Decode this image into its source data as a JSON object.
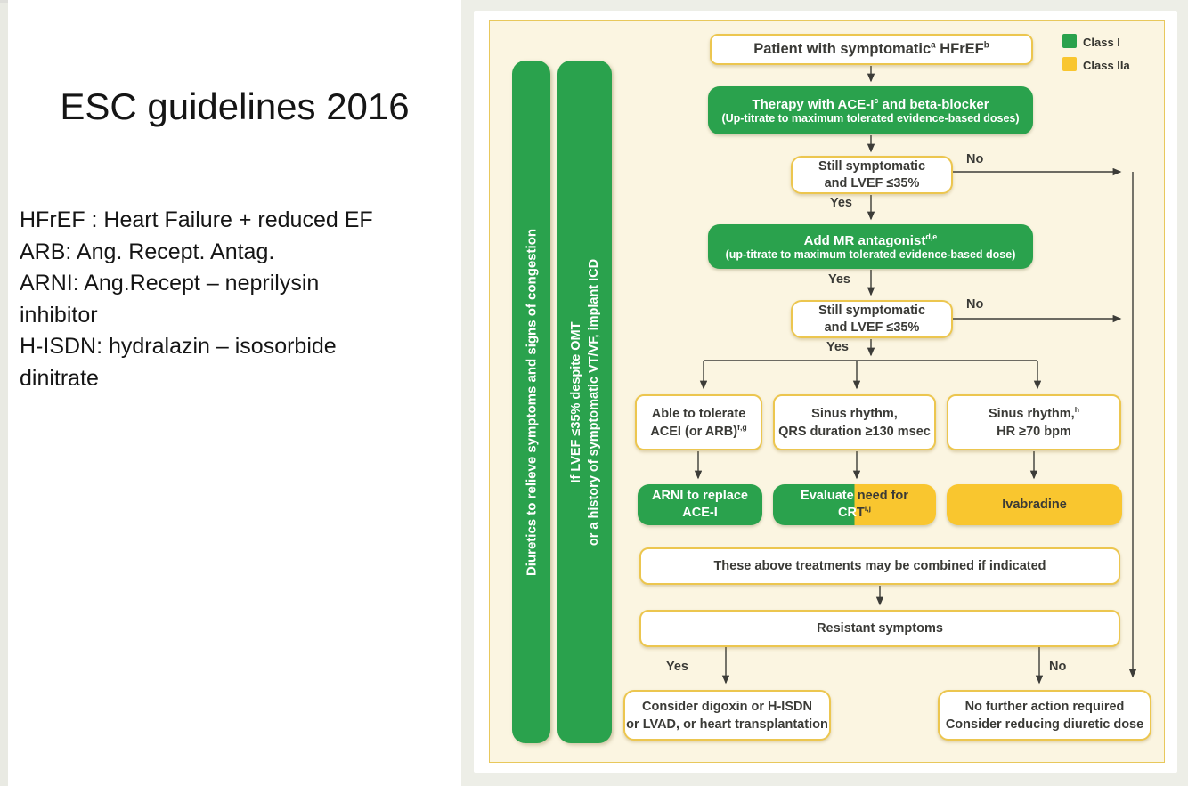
{
  "colors": {
    "class_i_green": "#2aa24d",
    "class_iia_yellow": "#f9c62f",
    "panel_cream": "#fbf5e1",
    "box_border_yellow": "#ecc64f",
    "ink": "#3a3a36"
  },
  "left_panel": {
    "title": "ESC guidelines 2016",
    "glossary": [
      "HFrEF : Heart Failure + reduced EF",
      "ARB: Ang. Recept. Antag.",
      "ARNI: Ang.Recept – neprilysin",
      "inhibitor",
      "H-ISDN: hydralazin – isosorbide",
      "dinitrate"
    ]
  },
  "legend": {
    "class1": "Class I",
    "class2a": "Class IIa"
  },
  "bars": {
    "diuretics": "Diuretics to relieve symptoms and signs of congestion",
    "icd_line1": "If LVEF ≤35% despite OMT",
    "icd_line2": "or a history of symptomatic VT/VF, implant ICD"
  },
  "nodes": {
    "patient": {
      "t1": "Patient with symptomatic",
      "s1": "a",
      "t2": " HFrEF",
      "s2": "b"
    },
    "therapy": {
      "t1": "Therapy with ACE-I",
      "s1": "c",
      "t2": " and beta-blocker",
      "sub": "(Up-titrate to maximum tolerated evidence-based doses)"
    },
    "dec1": {
      "l1": "Still symptomatic",
      "l2": "and LVEF ≤35%"
    },
    "mr": {
      "t1": "Add MR antagonist",
      "s1": "d,e",
      "sub": "(up-titrate to maximum tolerated evidence-based dose)"
    },
    "dec2": {
      "l1": "Still symptomatic",
      "l2": "and LVEF ≤35%"
    },
    "tolerate": {
      "l1": "Able to tolerate",
      "l2": "ACEI (or ARB)",
      "s": "f,g"
    },
    "qrs": {
      "l1": "Sinus rhythm,",
      "l2": "QRS duration ≥130 msec"
    },
    "hr": {
      "l1": "Sinus rhythm,",
      "s": "h",
      "l2": "HR ≥70 bpm"
    },
    "arni": {
      "l1": "ARNI to replace",
      "l2": "ACE-I"
    },
    "crt": {
      "w1": "Evaluate",
      "d1": " need for",
      "w2": "CR",
      "d2": "T",
      "s2": "i,j"
    },
    "ivabradine": "Ivabradine",
    "combined": "These above treatments may be combined if indicated",
    "resistant": "Resistant symptoms",
    "digoxin": {
      "l1": "Consider digoxin or H-ISDN",
      "l2": "or LVAD, or heart transplantation"
    },
    "nofurther": {
      "l1": "No further action required",
      "l2": "Consider reducing diuretic dose"
    }
  },
  "labels": {
    "yes": "Yes",
    "no": "No"
  }
}
